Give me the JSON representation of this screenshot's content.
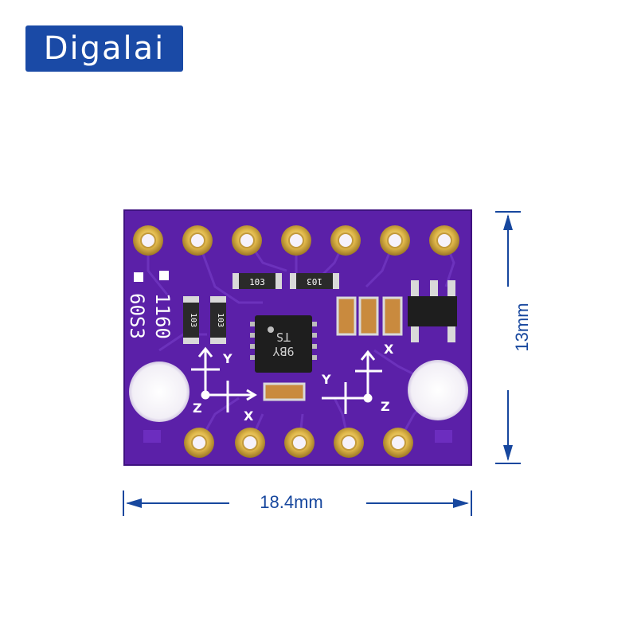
{
  "brand": {
    "name": "Digalai"
  },
  "dimensions": {
    "width": "18.4mm",
    "height": "13mm"
  },
  "board": {
    "silkscreen_top_left": "1160",
    "silkscreen_side": "60S3",
    "chip_marking_line1": "TS",
    "chip_marking_line2": "9BY",
    "resistor_labels": [
      "103",
      "103",
      "103",
      "103"
    ],
    "axis_labels": [
      "Y",
      "Z",
      "X",
      "Y",
      "X",
      "Z"
    ],
    "top_pins": 7,
    "bottom_pins": 5,
    "colors": {
      "pcb": "#5b20a8",
      "pcb_dark": "#3f1380",
      "gold": "#e0b84a",
      "dimension": "#17479e",
      "brand": "#1a4aa6"
    }
  }
}
